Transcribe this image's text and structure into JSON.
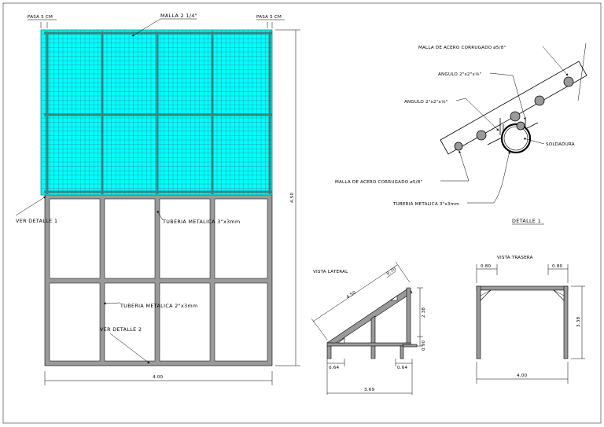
{
  "plan": {
    "pasa_left": "PASA 5 CM",
    "pasa_right": "PASA 5 CM",
    "malla": "MALLA 2 1/4\"",
    "ver_detalle_1": "VER DETALLE 1",
    "tuberia_3": "TUBERIA METALICA 3\"x3mm",
    "tuberia_2": "TUBERIA METALICA 2\"x3mm",
    "ver_detalle_2": "VER DETALLE 2",
    "dim_width": "4.00",
    "dim_height": "4.50"
  },
  "detalle1": {
    "malla_top": "MALLA DE ACERO CORRUGADO ø5/8\"",
    "angulo_1": "ANGULO 2\"x2\"x⅛\"",
    "angulo_2": "ANGULO 2\"x2\"x⅛\"",
    "soldadura": "SOLDADURA",
    "malla_bottom": "MALLA DE ACERO CORRUGADO ø5/8\"",
    "tuberia": "TUBERIA METALICA 3\"x3mm",
    "title": "DETALLE 1"
  },
  "lateral": {
    "title": "VISTA LATERAL",
    "dim_slope": "4.50",
    "dim_top": "0.70",
    "dim_h1": "2.38",
    "dim_h2": "0.90",
    "dim_left": "0.64",
    "dim_right": "0.64",
    "dim_base": "3.69"
  },
  "trasera": {
    "title": "VISTA TRASERA",
    "dim_left": "0.80",
    "dim_right": "0.80",
    "dim_height": "3.38",
    "dim_base": "4.00"
  },
  "colors": {
    "mesh_fill": "#00ffff",
    "mesh_line": "#3a8a8a",
    "frame": "#9a9a9a"
  }
}
